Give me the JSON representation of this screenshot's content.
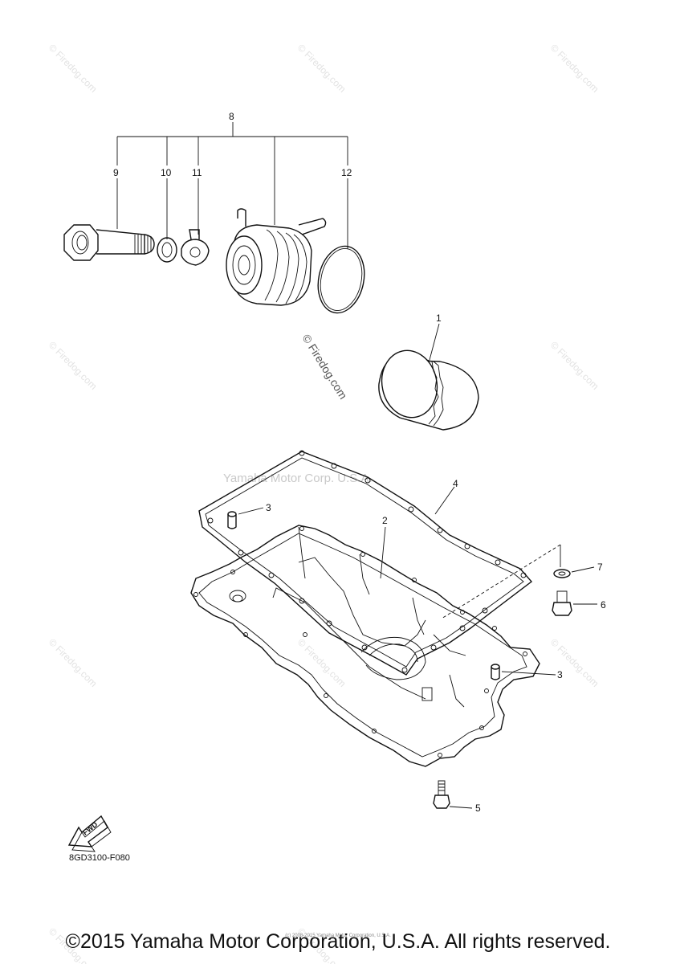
{
  "watermark": {
    "site": "© Firedog.com",
    "yamaha": "Yamaha Motor Corp. U.S.A."
  },
  "callouts": {
    "c1": "1",
    "c2": "2",
    "c3a": "3",
    "c3b": "3",
    "c4": "4",
    "c5": "5",
    "c6": "6",
    "c7": "7",
    "c8": "8",
    "c9": "9",
    "c10": "10",
    "c11": "11",
    "c12": "12"
  },
  "fwd_label": "FWD",
  "diagram_code": "8GD3100-F080",
  "copyright_small": "(c) 2008-2015 Yamaha Motor Corporation, U.S.A.",
  "copyright": "©2015 Yamaha Motor Corporation, U.S.A. All rights reserved."
}
